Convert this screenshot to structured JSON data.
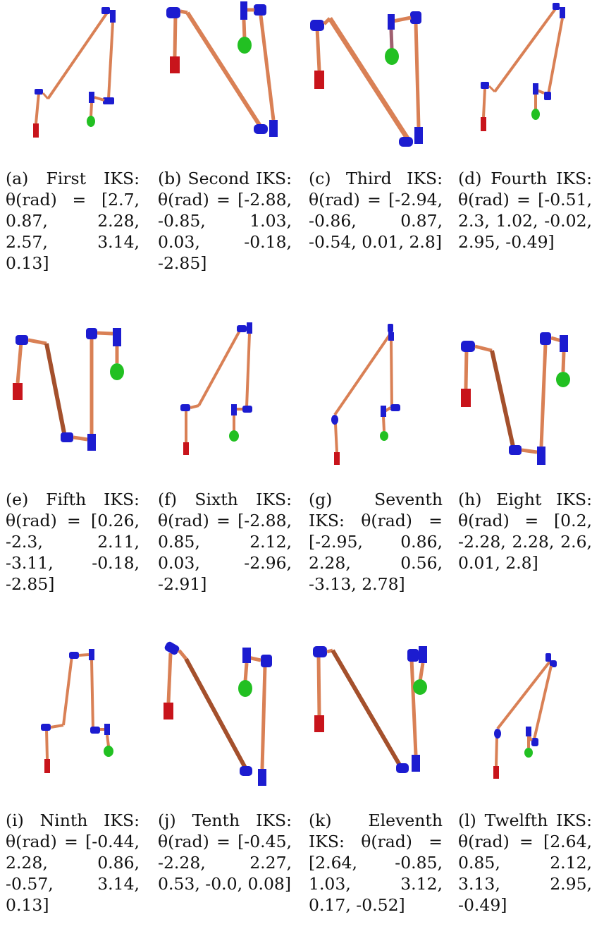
{
  "subfigures": [
    {
      "tag": "(a)",
      "caption": "First IKS: θ(rad) = [2.7, 0.87, 2.28, 2.57, 3.14, 0.13]"
    },
    {
      "tag": "(b)",
      "caption": "Second IKS: θ(rad) = [-2.88, -0.85, 1.03, 0.03, -0.18, -2.85]"
    },
    {
      "tag": "(c)",
      "caption": "Third IKS: θ(rad) = [-2.94, -0.86, 0.87, -0.54, 0.01, 2.8]"
    },
    {
      "tag": "(d)",
      "caption": "Fourth IKS: θ(rad) = [-0.51, 2.3, 1.02, -0.02, 2.95, -0.49]"
    },
    {
      "tag": "(e)",
      "caption": "Fifth IKS: θ(rad) = [0.26, -2.3, 2.11, -3.11, -0.18, -2.85]"
    },
    {
      "tag": "(f)",
      "caption": "Sixth IKS: θ(rad) = [-2.88, 0.85, 2.12, 0.03, -2.96, -2.91]"
    },
    {
      "tag": "(g)",
      "caption": "Seventh IKS: θ(rad) = [-2.95, 0.86, 2.28, 0.56, -3.13, 2.78]"
    },
    {
      "tag": "(h)",
      "caption": "Eight IKS: θ(rad) = [0.2, -2.28, 2.28, 2.6, 0.01, 2.8]"
    },
    {
      "tag": "(i)",
      "caption": "Ninth IKS: θ(rad) = [-0.44, 2.28, 0.86, -0.57, 3.14, 0.13]"
    },
    {
      "tag": "(j)",
      "caption": "Tenth IKS: θ(rad) = [-0.45, -2.28, 2.27, 0.53, -0.0, 0.08]"
    },
    {
      "tag": "(k)",
      "caption": "Eleventh IKS: θ(rad) = [2.64, -0.85, 1.03, 3.12, 0.17, -0.52]"
    },
    {
      "tag": "(l)",
      "caption": "Twelfth IKS: θ(rad) = [2.64, 0.85, 2.12, 3.13, 2.95, -0.49]"
    }
  ],
  "colors": {
    "link": "#d98055",
    "link_dark": "#a4502c",
    "joint": "#1c1cd0",
    "base": "#c8141b",
    "target": "#22c022"
  }
}
